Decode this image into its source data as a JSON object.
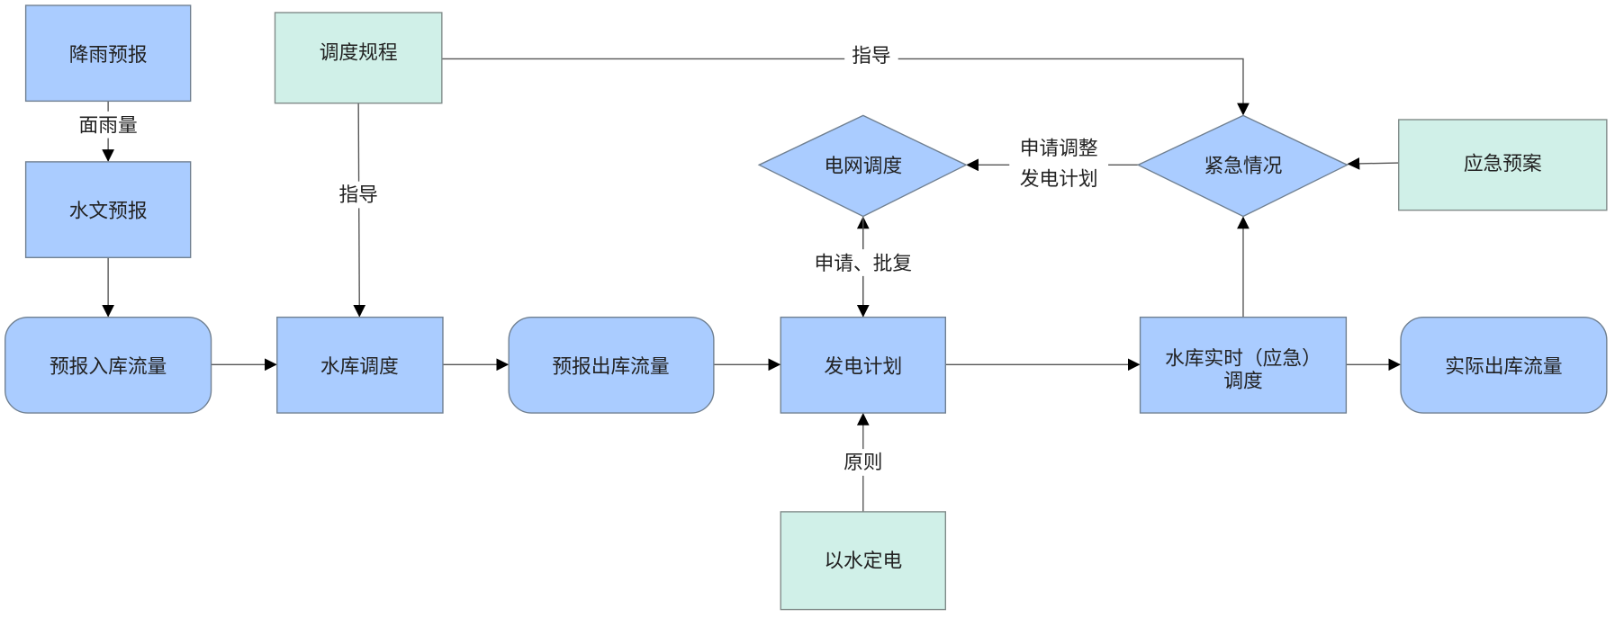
{
  "colors": {
    "process": "#aaccff",
    "reference": "#d0f0e8",
    "line": "#555555"
  },
  "nodes": {
    "rain_forecast": "降雨预报",
    "hydro_forecast": "水文预报",
    "dispatch_rules": "调度规程",
    "forecast_inflow": "预报入库流量",
    "reservoir_dispatch": "水库调度",
    "forecast_outflow": "预报出库流量",
    "generation_plan": "发电计划",
    "realtime_dispatch_line1": "水库实时（应急）",
    "realtime_dispatch_line2": "调度",
    "actual_outflow": "实际出库流量",
    "grid_dispatch": "电网调度",
    "emergency": "紧急情况",
    "emergency_plan": "应急预案",
    "water_based_power": "以水定电"
  },
  "edge_labels": {
    "areal_rainfall": "面雨量",
    "guide_1": "指导",
    "guide_2": "指导",
    "apply_approve": "申请、批复",
    "principle": "原则",
    "adjust_line1": "申请调整",
    "adjust_line2": "发电计划"
  }
}
